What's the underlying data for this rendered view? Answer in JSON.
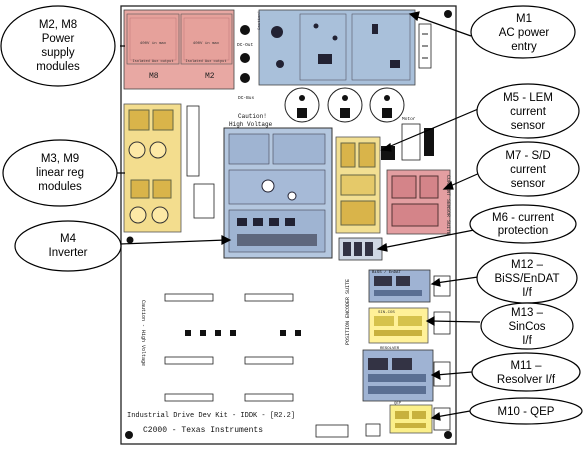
{
  "board": {
    "silkscreen_title": "Industrial Drive Dev Kit - IDDK - [R2.2]",
    "silkscreen_vendor": "C2000 - Texas Instruments",
    "caution_hv": "Caution!",
    "caution_hv2": "High Voltage",
    "position_encoder_suite": "POSITION ENCODER SUITE",
    "current_sensor_suite": "CURRENT SENSOR SUITE",
    "psu_m8_label": "M8",
    "psu_m2_label": "M2",
    "psu_text_a": "400V in max",
    "psu_text_b": "Isolated Aux output",
    "dc_out_label": "DC-Out",
    "dc_bus_label": "DC-Bus",
    "motor_label": "Motor",
    "side_text": "Caution - High Voltage",
    "enc_bis_label": "BiSS / EnDAT",
    "enc_sincos_label": "SIN-COS",
    "enc_resolver_label": "RESOLVER",
    "enc_qep_label": "QEP"
  },
  "callouts": [
    {
      "id": "m1",
      "lines": [
        "M1",
        "AC power",
        "entry"
      ]
    },
    {
      "id": "m2m8",
      "lines": [
        "M2, M8",
        "Power",
        "supply",
        "modules"
      ]
    },
    {
      "id": "m5",
      "lines": [
        "M5 - LEM",
        "current",
        "sensor"
      ]
    },
    {
      "id": "m3m9",
      "lines": [
        "M3, M9",
        "linear reg",
        "modules"
      ]
    },
    {
      "id": "m7",
      "lines": [
        "M7  - S/D",
        "current",
        "sensor"
      ]
    },
    {
      "id": "m6",
      "lines": [
        "M6 - current",
        "protection"
      ]
    },
    {
      "id": "m4",
      "lines": [
        "M4",
        "Inverter"
      ]
    },
    {
      "id": "m12",
      "lines": [
        "M12 –",
        "BiSS/EnDAT",
        "I/f"
      ]
    },
    {
      "id": "m13",
      "lines": [
        "M13 –",
        "SinCos",
        "I/f"
      ]
    },
    {
      "id": "m11",
      "lines": [
        "M11 –",
        "Resolver I/f"
      ]
    },
    {
      "id": "m10",
      "lines": [
        "M10 - QEP"
      ]
    }
  ],
  "colors": {
    "board": "#ffffff",
    "psu_red": "#e8a8a3",
    "ac_blue": "#a9c0da",
    "inverter_blue": "#b4c7df",
    "linreg_yellow": "#f3dd8e",
    "lem_yellow": "#f2df92",
    "sd_red": "#e39ea1",
    "enc_blue": "#9fb3d3",
    "enc_yellow": "#fff199",
    "qep_yellow": "#fbef8a",
    "callout_line": "#000000"
  }
}
